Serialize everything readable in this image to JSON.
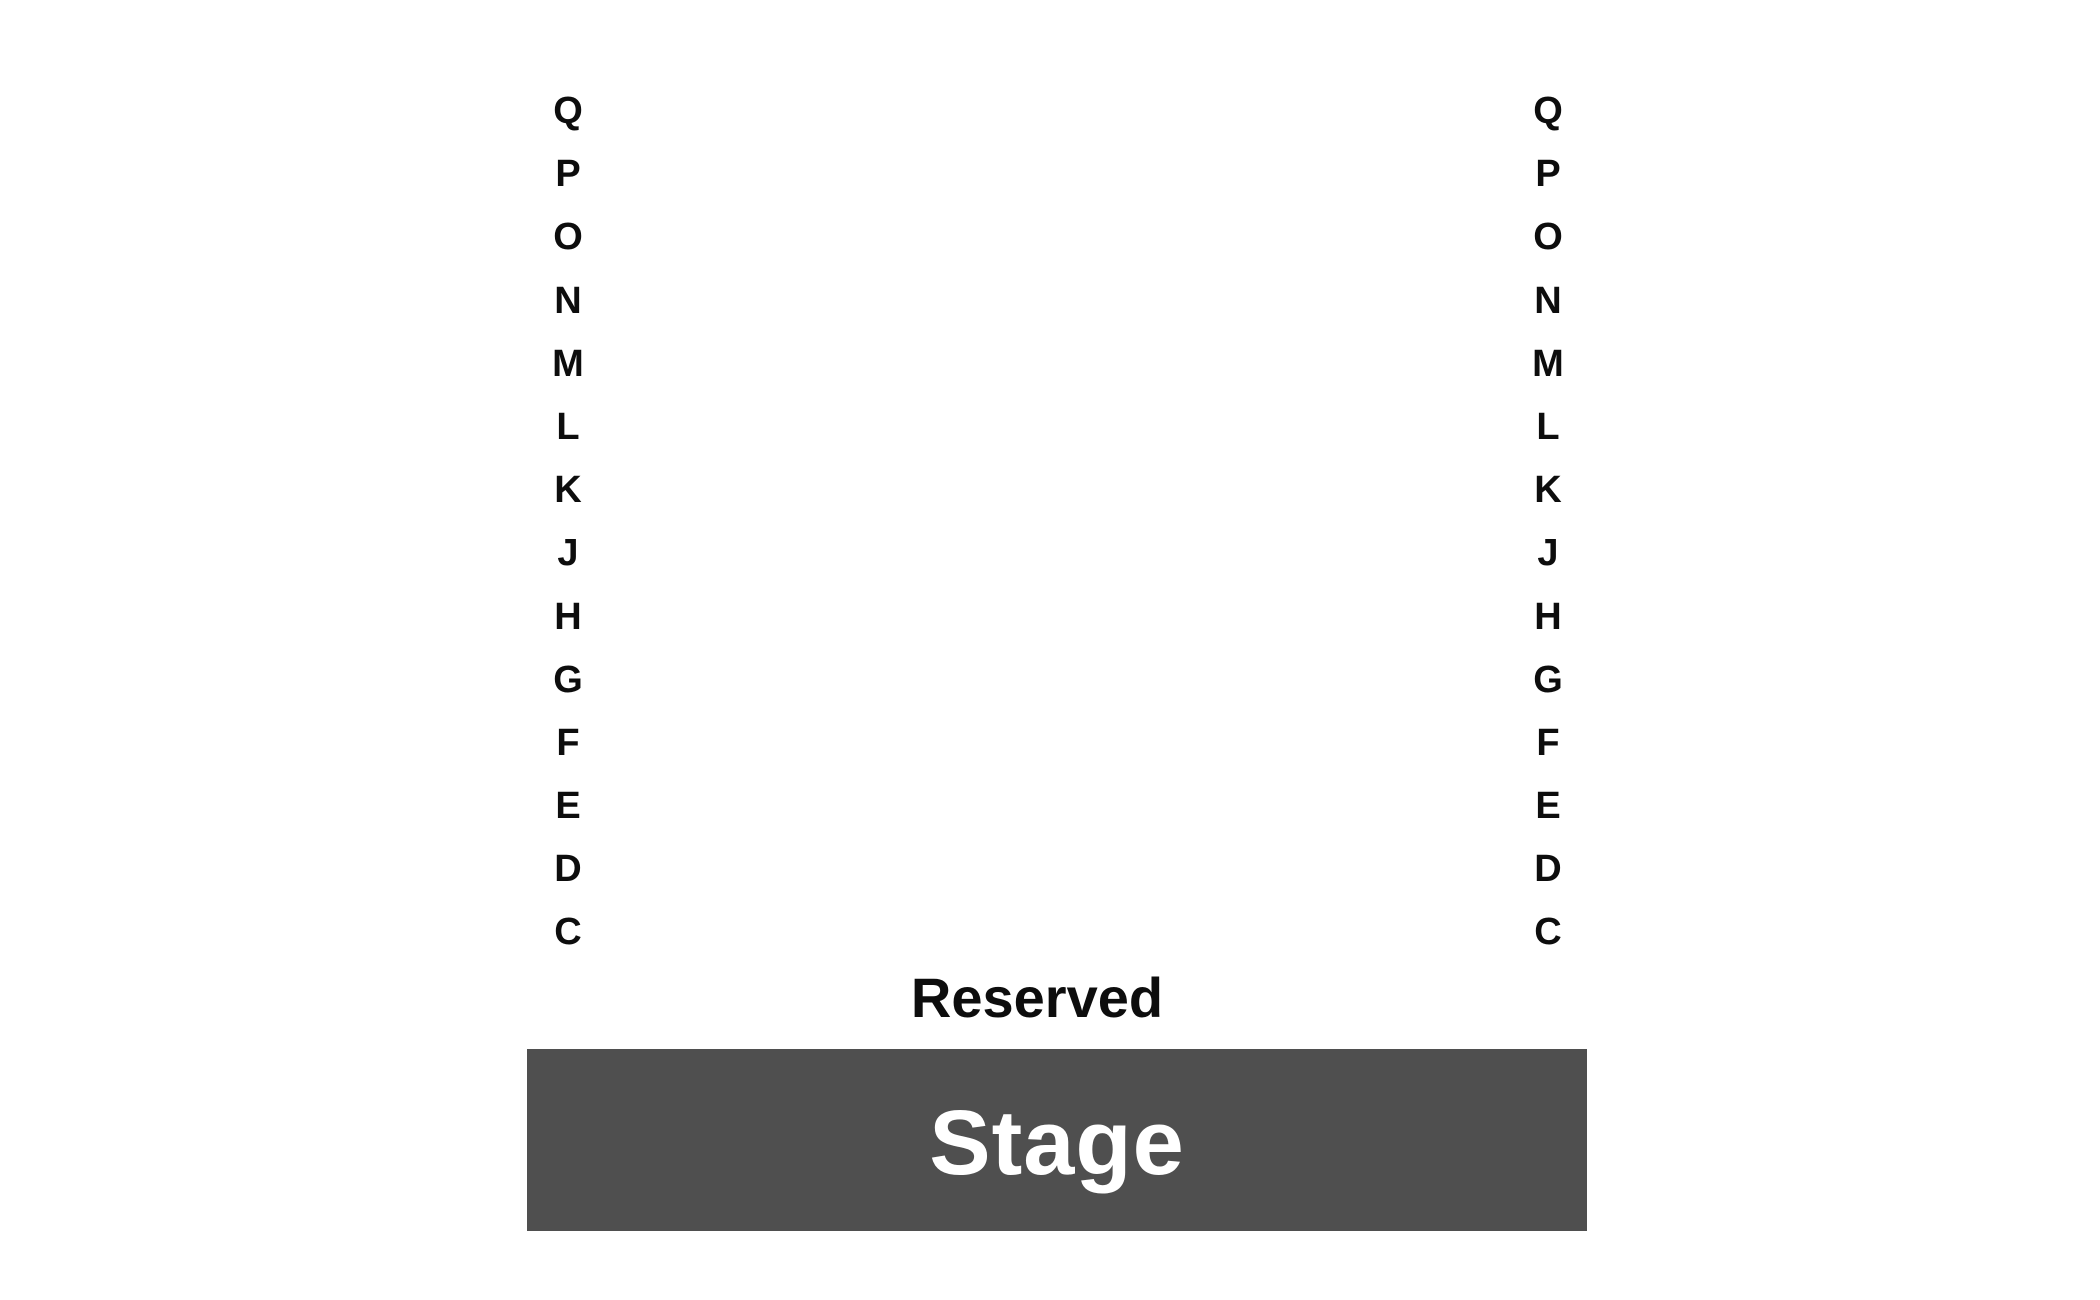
{
  "seat_map": {
    "left_rows": [
      "Q",
      "P",
      "O",
      "N",
      "M",
      "L",
      "K",
      "J",
      "H",
      "G",
      "F",
      "E",
      "D",
      "C"
    ],
    "right_rows": [
      "Q",
      "P",
      "O",
      "N",
      "M",
      "L",
      "K",
      "J",
      "H",
      "G",
      "F",
      "E",
      "D",
      "C"
    ],
    "section_label": "Reserved",
    "stage_label": "Stage",
    "colors": {
      "stage_fill": "#4f4f4f",
      "stage_text": "#ffffff",
      "label_text": "#0d0d0d",
      "background": "#ffffff"
    }
  }
}
